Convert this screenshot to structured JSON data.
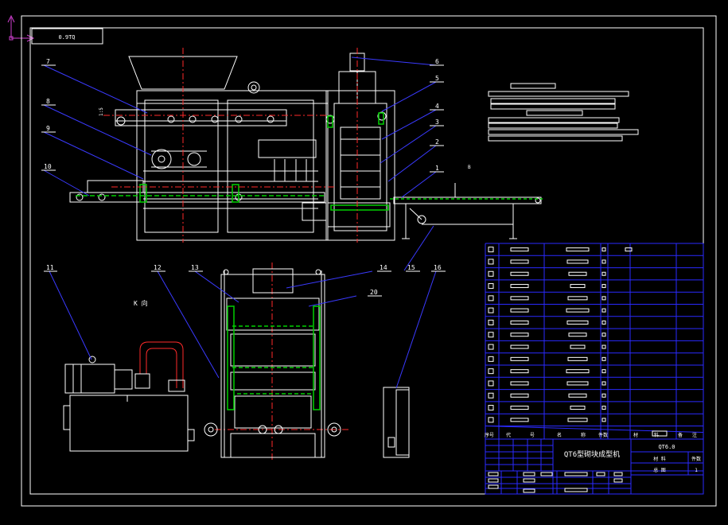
{
  "drawing": {
    "stamp": "0.9TQ",
    "machine_title": "QT6型砌块成型机",
    "code": "QT6.0",
    "view_label": "K 向",
    "scale_label": "1:5",
    "small_mark": "B",
    "callouts": [
      "1",
      "2",
      "3",
      "4",
      "5",
      "6",
      "7",
      "8",
      "9",
      "10",
      "11",
      "12",
      "13",
      "14",
      "15",
      "16",
      "20"
    ]
  },
  "title_block": {
    "header": [
      "序号",
      "代",
      "号",
      "名",
      "称",
      "件数",
      "材",
      "料",
      "备",
      "注"
    ],
    "material_label": "材  料",
    "count_label": "件数",
    "drawing_label": "总  图",
    "sheet_no": "1"
  },
  "colors": {
    "background": "#000000",
    "frame": "#ffffff",
    "table_lines": "#2a2aff",
    "callout_lines": "#3a3aff",
    "centerlines": "#ff2a2a",
    "hydraulics": "#00d000",
    "ucs": "#d040d0"
  }
}
